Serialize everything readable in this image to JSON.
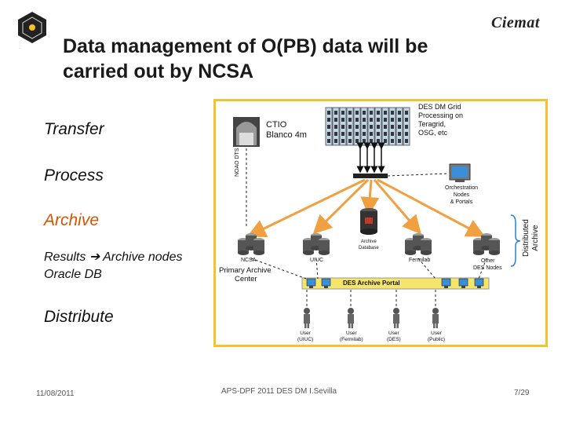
{
  "slide": {
    "title_line1": "Data management of  O(PB) data will be",
    "title_line2": "carried out by NCSA",
    "logo_left_caption": "...",
    "logo_right_text": "Ciemat",
    "bullets": {
      "transfer": "Transfer",
      "process": "Process",
      "archive": "Archive",
      "results": "Results",
      "archive_nodes": "Archive nodes",
      "oracle": "Oracle DB",
      "distribute": "Distribute"
    },
    "footer": {
      "date": "11/08/2011",
      "event": "APS-DPF 2011 DES DM I.Sevilla",
      "page": "7/29"
    }
  },
  "diagram": {
    "grid_title": [
      "DES DM Grid",
      "Processing on",
      "Teragrid,",
      "OSG, etc"
    ],
    "ctio": [
      "CTIO",
      "Blanco 4m"
    ],
    "noao": "NOAO DTS",
    "orchestration": [
      "Orchestration",
      "Nodes",
      "& Portals"
    ],
    "distributed": [
      "Distributed",
      "Archive"
    ],
    "archive_db": [
      "Archive",
      "Database"
    ],
    "nodes": [
      "NCSA",
      "UIUC",
      "Fermilab",
      "Other"
    ],
    "other_nodes": "DES Nodes",
    "primary_center": [
      "Primary Archive",
      "Center"
    ],
    "portal": "DES Archive Portal",
    "users": [
      [
        "User",
        "(UIUC)"
      ],
      [
        "User",
        "(Fermilab)"
      ],
      [
        "User",
        "(DES)"
      ],
      [
        "User",
        "(Public)"
      ]
    ]
  },
  "colors": {
    "arrow": "#f0a040",
    "frame": "#f2c230",
    "portal": "#f5e66a",
    "accent_text": "#d35400"
  }
}
